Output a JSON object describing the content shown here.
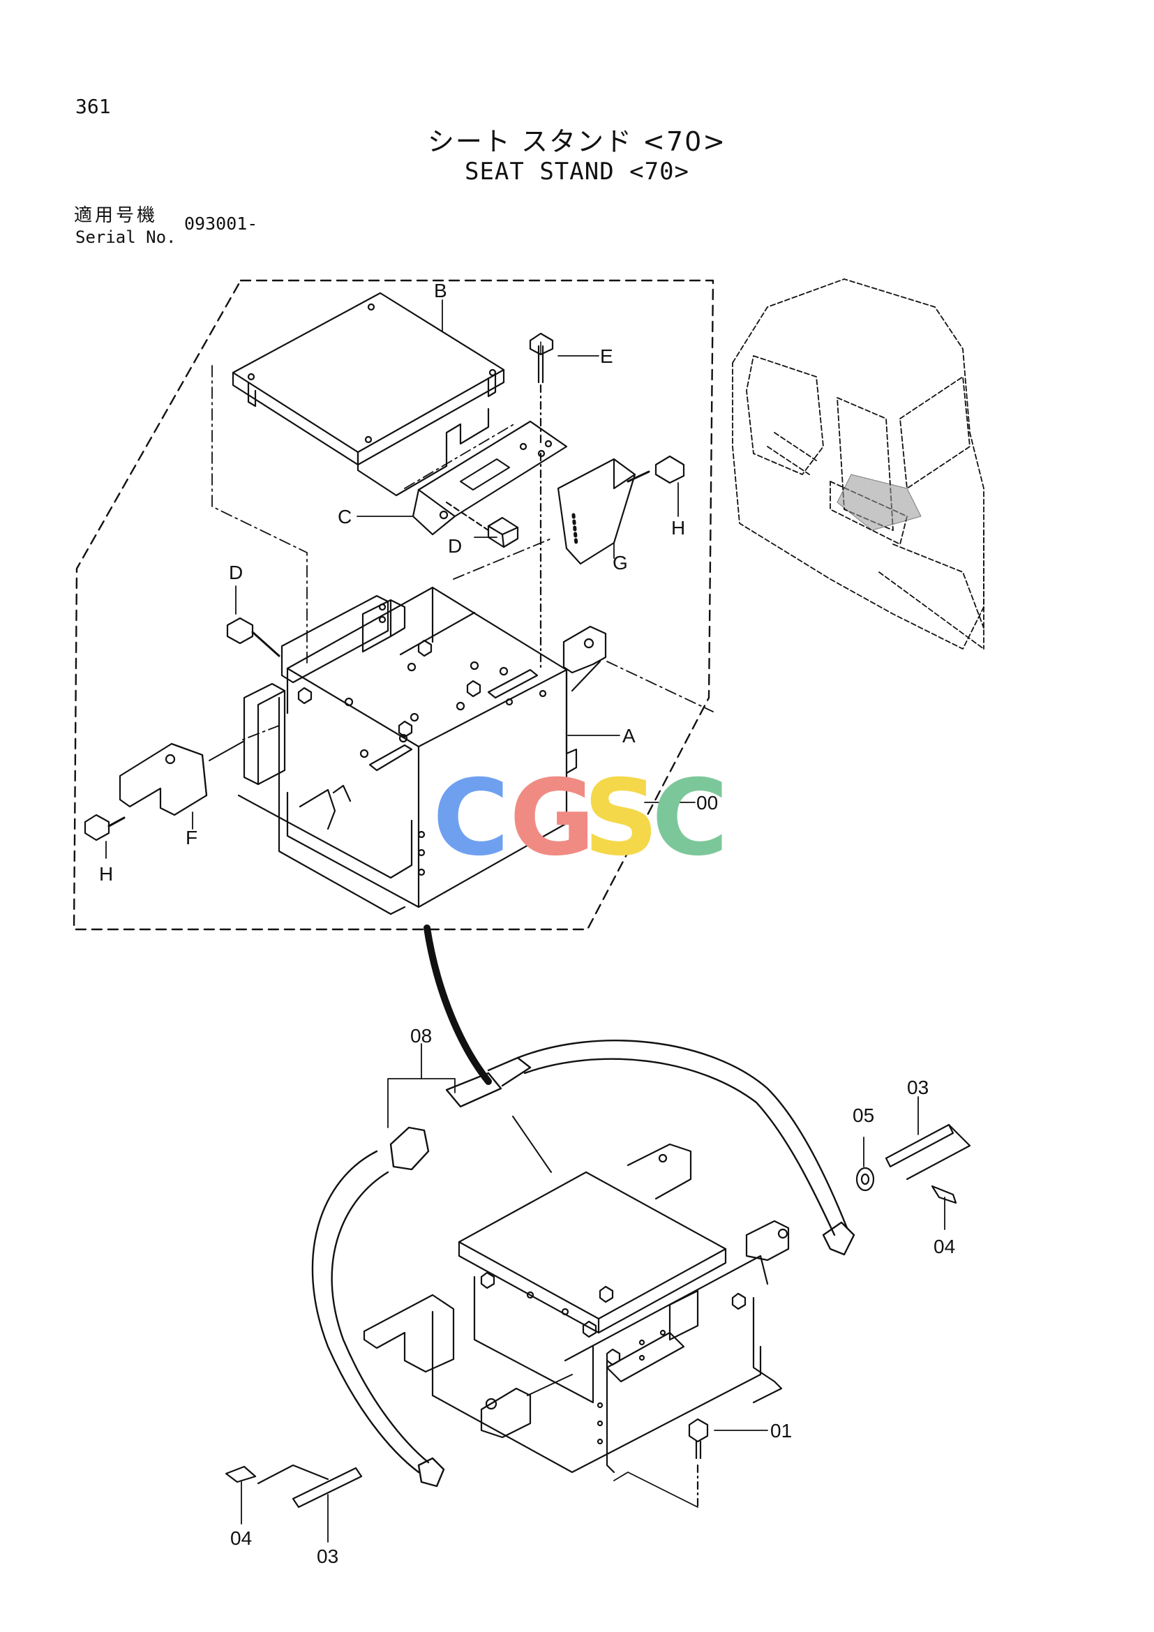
{
  "header": {
    "page_number": "361",
    "title_ja": "シート スタンド <70>",
    "title_en": "SEAT STAND <70>",
    "serial_label_ja": "適用号機",
    "serial_label_en": "Serial No.",
    "serial_value": "093001-"
  },
  "callouts": {
    "A": "A",
    "B": "B",
    "C": "C",
    "D1": "D",
    "D2": "D",
    "E": "E",
    "F": "F",
    "G": "G",
    "H1": "H",
    "H2": "H",
    "p00": "00",
    "p01": "01",
    "p03a": "03",
    "p03b": "03",
    "p04a": "04",
    "p04b": "04",
    "p05": "05",
    "p08": "08"
  },
  "watermark": {
    "letters": [
      "C",
      "G",
      "S",
      "C"
    ],
    "colors": [
      "#6fa0f0",
      "#f08b84",
      "#f5d84a",
      "#7cc79a"
    ]
  }
}
